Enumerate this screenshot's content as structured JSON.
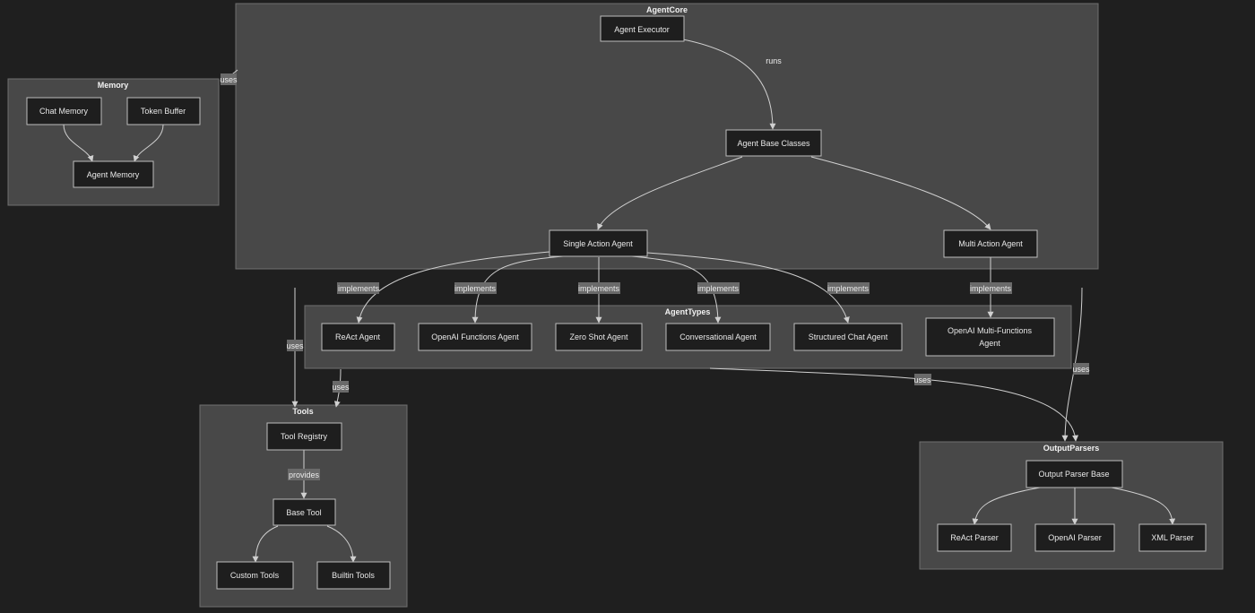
{
  "clusters": {
    "agent_core": "AgentCore",
    "memory": "Memory",
    "agent_types": "AgentTypes",
    "tools": "Tools",
    "output_parsers": "OutputParsers"
  },
  "nodes": {
    "agent_executor": "Agent Executor",
    "agent_base_classes": "Agent Base Classes",
    "single_action_agent": "Single Action Agent",
    "multi_action_agent": "Multi Action Agent",
    "chat_memory": "Chat Memory",
    "token_buffer": "Token Buffer",
    "agent_memory": "Agent Memory",
    "react_agent": "ReAct Agent",
    "openai_functions_agent": "OpenAI Functions Agent",
    "zero_shot_agent": "Zero Shot Agent",
    "conversational_agent": "Conversational Agent",
    "structured_chat_agent": "Structured Chat Agent",
    "openai_multi_functions_agent": [
      "OpenAI Multi-Functions",
      "Agent"
    ],
    "tool_registry": "Tool Registry",
    "base_tool": "Base Tool",
    "custom_tools": "Custom Tools",
    "builtin_tools": "Builtin Tools",
    "output_parser_base": "Output Parser Base",
    "react_parser": "ReAct Parser",
    "openai_parser": "OpenAI Parser",
    "xml_parser": "XML Parser"
  },
  "edge_labels": {
    "runs": "runs",
    "uses": "uses",
    "implements": "implements",
    "provides": "provides"
  },
  "colors": {
    "background": "#1f1f1f",
    "cluster_fill": "#484848",
    "node_fill": "#1e1e1e",
    "node_stroke": "#bdbdbd",
    "edge": "#d0d0d0",
    "label_bg": "#6a6a6a"
  }
}
